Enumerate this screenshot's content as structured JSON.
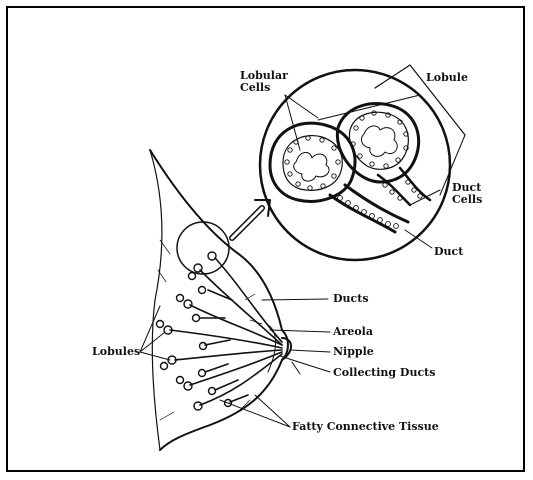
{
  "diagram": {
    "labels": {
      "lobular_cells": "Lobular\nCells",
      "lobule": "Lobule",
      "duct_cells": "Duct\nCells",
      "duct": "Duct",
      "ducts": "Ducts",
      "areola": "Areola",
      "nipple": "Nipple",
      "collecting_ducts": "Collecting Ducts",
      "lobules": "Lobules",
      "fatty_connective_tissue": "Fatty Connective Tissue"
    }
  }
}
